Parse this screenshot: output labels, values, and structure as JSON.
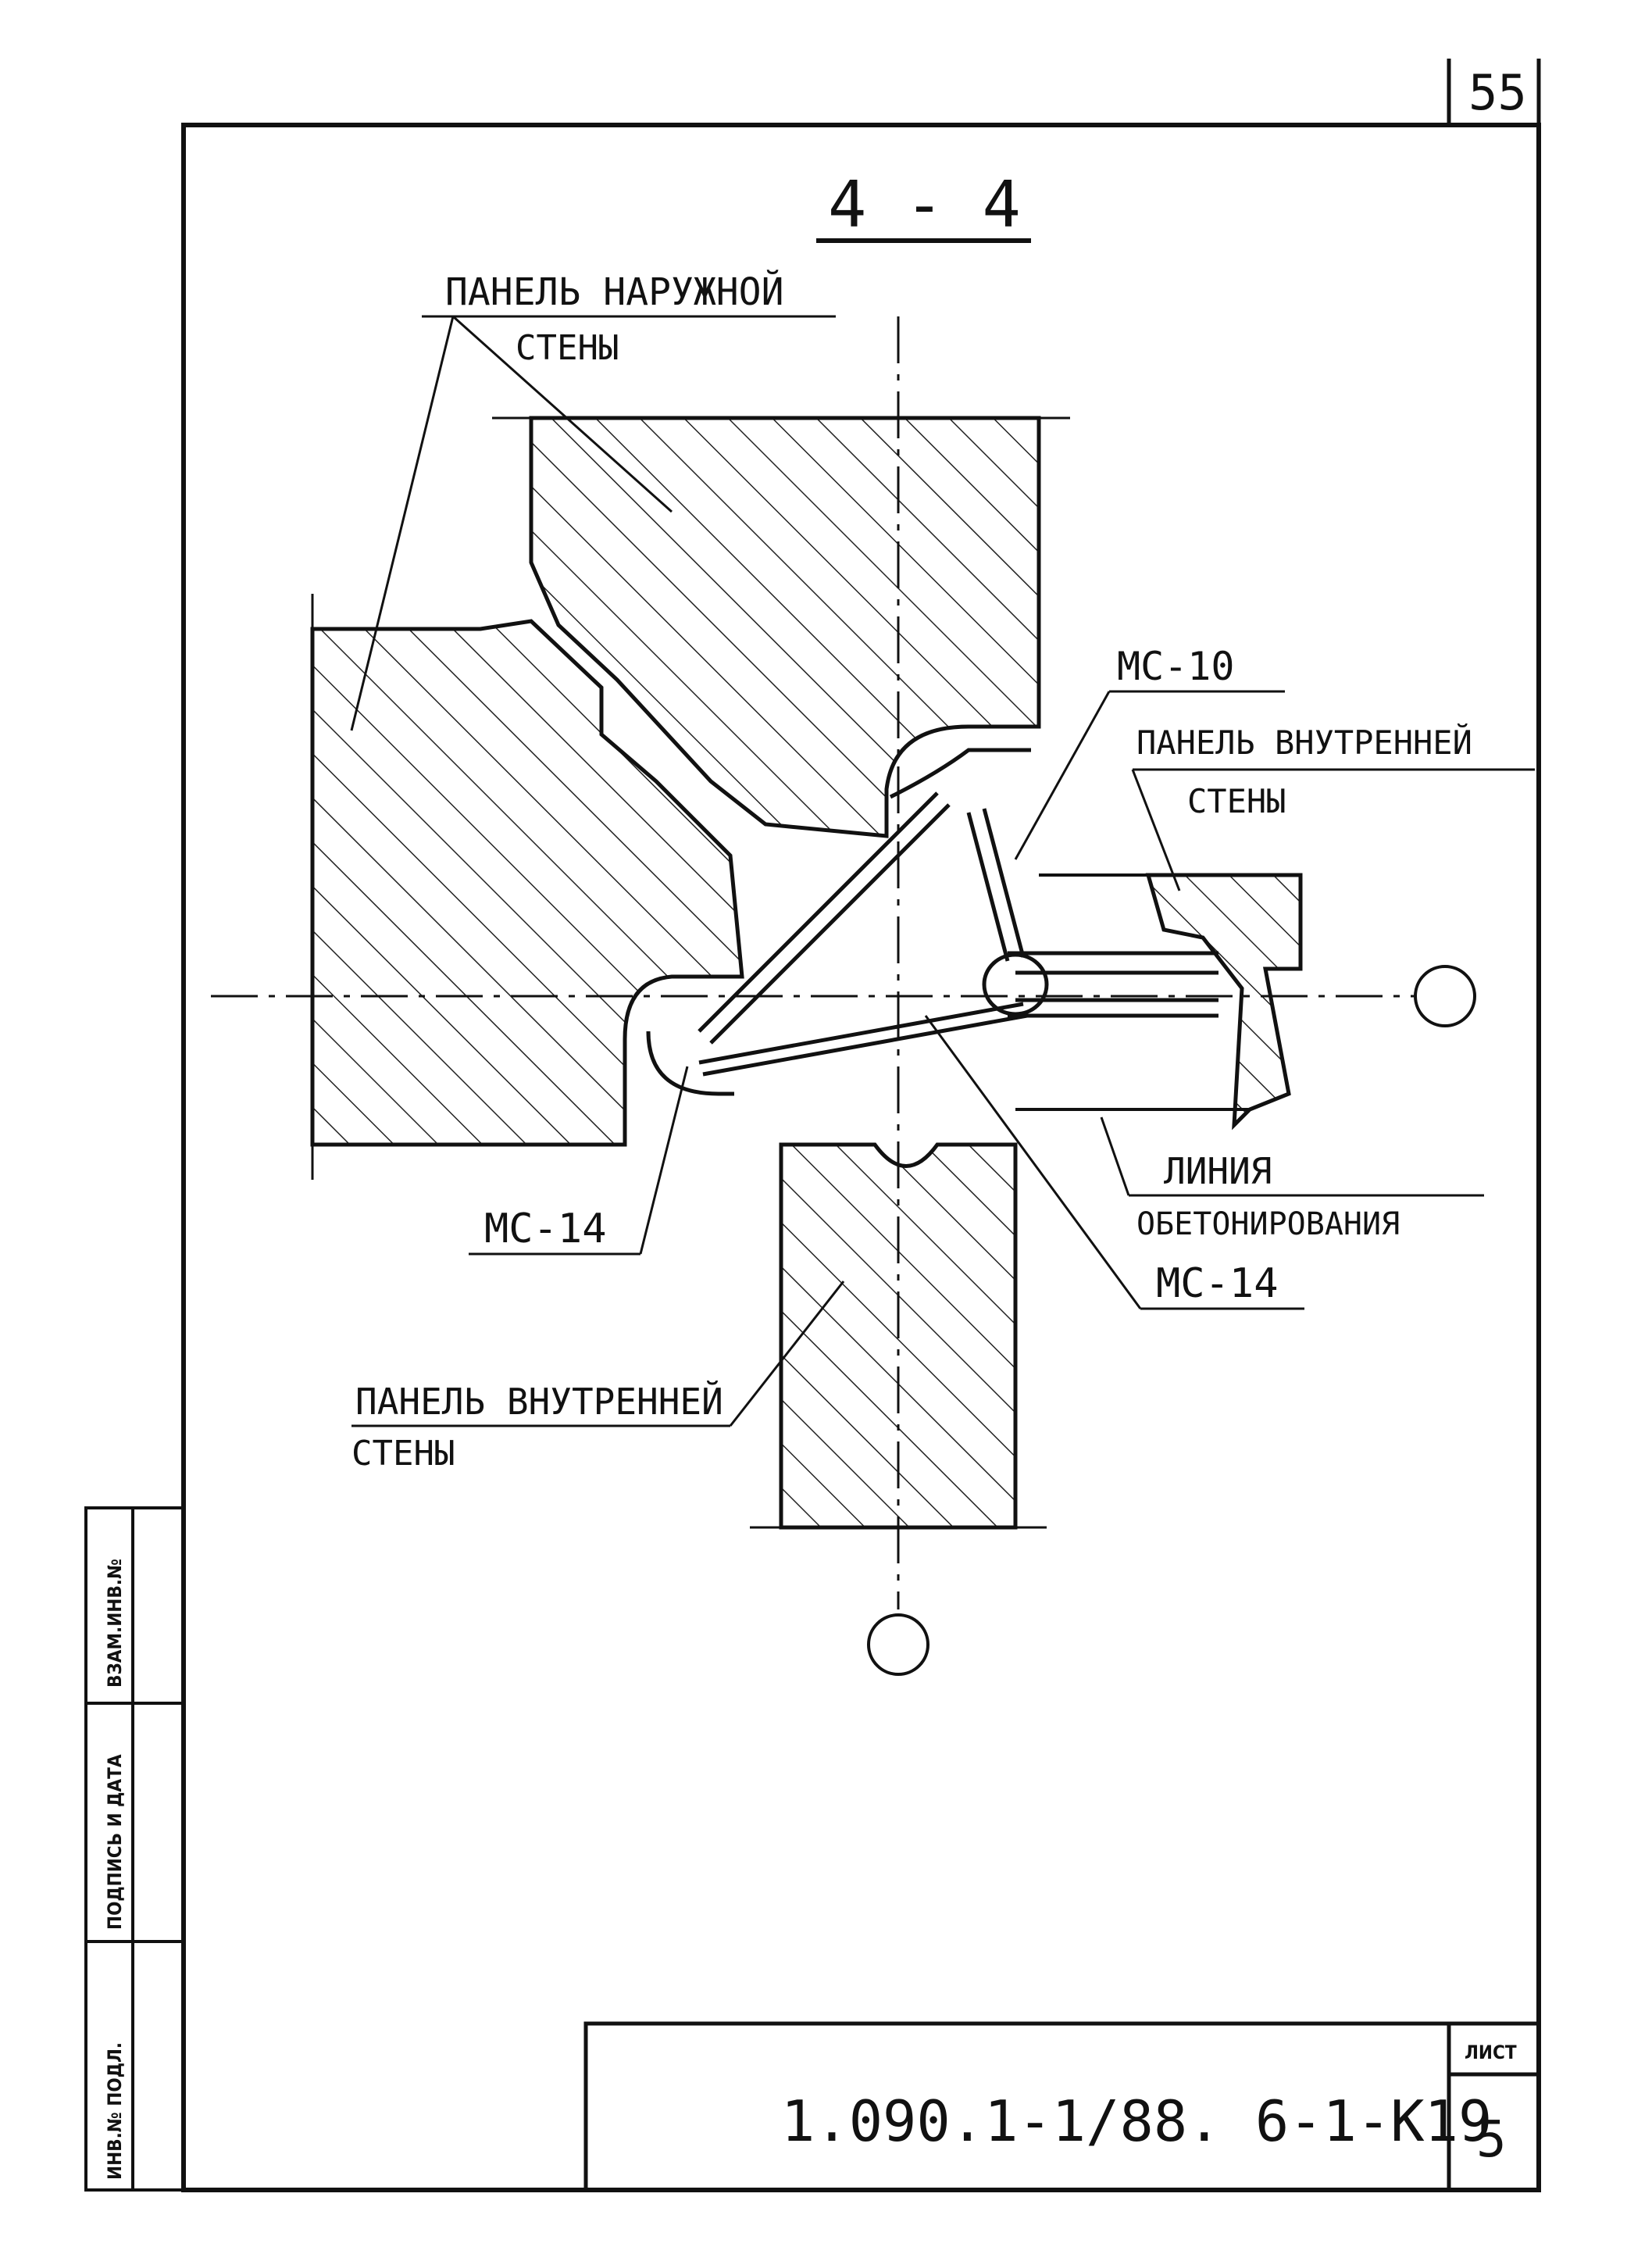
{
  "sheet": {
    "page_number": "55",
    "section_title": "4 - 4",
    "document_code": "1.090.1-1/88. 6-1-К19",
    "sheet_label": "ЛИСТ",
    "sheet_number": "5"
  },
  "labels": {
    "outer_wall_line1": "ПАНЕЛЬ НАРУЖНОЙ",
    "outer_wall_line2": "СТЕНЫ",
    "inner_wall_right_line1": "ПАНЕЛЬ ВНУТРЕННЕЙ",
    "inner_wall_right_line2": "СТЕНЫ",
    "inner_wall_bottom_line1": "ПАНЕЛЬ ВНУТРЕННЕЙ",
    "inner_wall_bottom_line2": "СТЕНЫ",
    "mc10": "МС-10",
    "mc14_left": "МС-14",
    "mc14_right": "МС-14",
    "concreting_line1": "ЛИНИЯ",
    "concreting_line2": "ОБЕТОНИРОВАНИЯ"
  },
  "side_stamp": {
    "inv_orig": "ИНВ.№ ПОДЛ.",
    "signature_date": "ПОДПИСЬ И ДАТА",
    "replace_inv": "ВЗАМ.ИНВ.№"
  }
}
